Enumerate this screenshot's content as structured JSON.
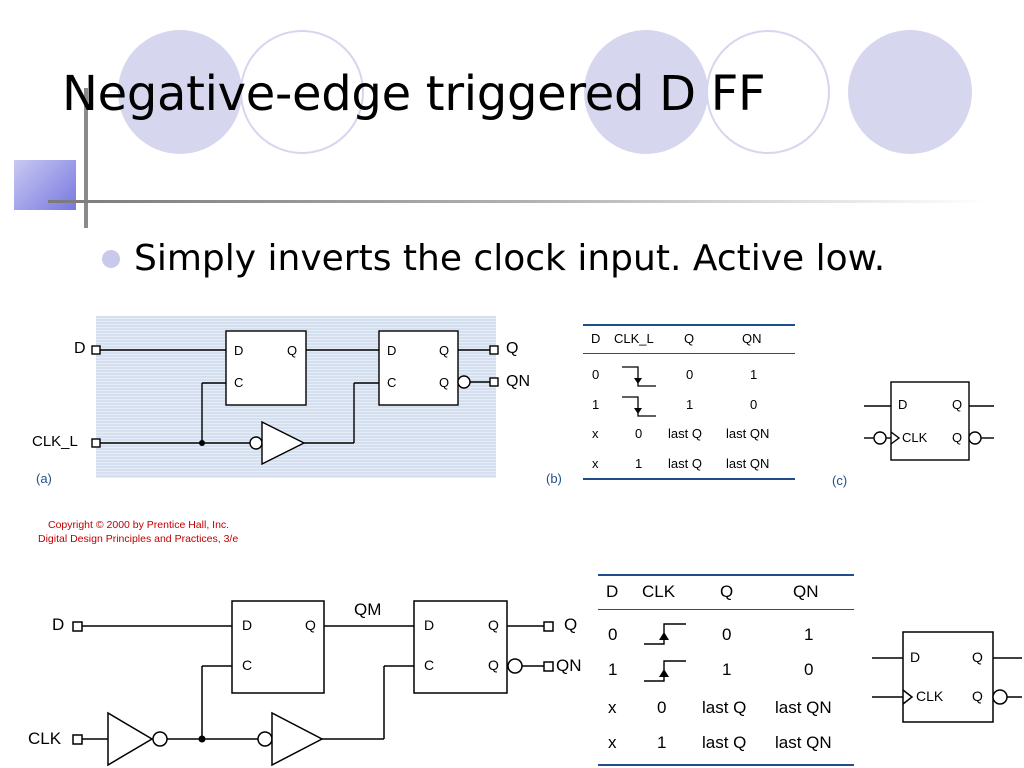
{
  "slide": {
    "title": "Negative-edge triggered D FF",
    "bullet": "Simply inverts the clock input. Active low."
  },
  "accent_colors": {
    "circle": "#d6d6ef",
    "bar": "#9999e6",
    "hatch": "#d4dff0",
    "rule": "#1f4e8c"
  },
  "top_figure": {
    "panel_a": {
      "label": "(a)",
      "input_d": "D",
      "input_clk": "CLK_L",
      "out_q": "Q",
      "out_qn": "QN",
      "ff1": {
        "d": "D",
        "q": "Q",
        "c": "C"
      },
      "ff2": {
        "d": "D",
        "q": "Q",
        "c": "C",
        "qbar": "Q"
      }
    },
    "panel_b": {
      "label": "(b)",
      "headers": [
        "D",
        "CLK_L",
        "Q",
        "QN"
      ],
      "rows": [
        [
          "0",
          "",
          "0",
          "1"
        ],
        [
          "1",
          "",
          "1",
          "0"
        ],
        [
          "x",
          "0",
          "last Q",
          "last QN"
        ],
        [
          "x",
          "1",
          "last Q",
          "last QN"
        ]
      ]
    },
    "panel_c": {
      "label": "(c)",
      "d": "D",
      "q": "Q",
      "clk": "CLK",
      "qbar": "Q"
    },
    "copyright": [
      "Copyright © 2000 by Prentice Hall, Inc.",
      "Digital Design Principles and Practices, 3/e"
    ]
  },
  "bottom_figure": {
    "circuit": {
      "input_d": "D",
      "input_clk": "CLK",
      "qm": "QM",
      "out_q": "Q",
      "out_qn": "QN",
      "ff1": {
        "d": "D",
        "q": "Q",
        "c": "C"
      },
      "ff2": {
        "d": "D",
        "q": "Q",
        "c": "C",
        "qbar": "Q"
      }
    },
    "truth_table": {
      "headers": [
        "D",
        "CLK",
        "Q",
        "QN"
      ],
      "rows": [
        [
          "0",
          "",
          "0",
          "1"
        ],
        [
          "1",
          "",
          "1",
          "0"
        ],
        [
          "x",
          "0",
          "last Q",
          "last QN"
        ],
        [
          "x",
          "1",
          "last Q",
          "last QN"
        ]
      ]
    },
    "symbol": {
      "d": "D",
      "q": "Q",
      "clk": "CLK",
      "qbar": "Q"
    }
  }
}
